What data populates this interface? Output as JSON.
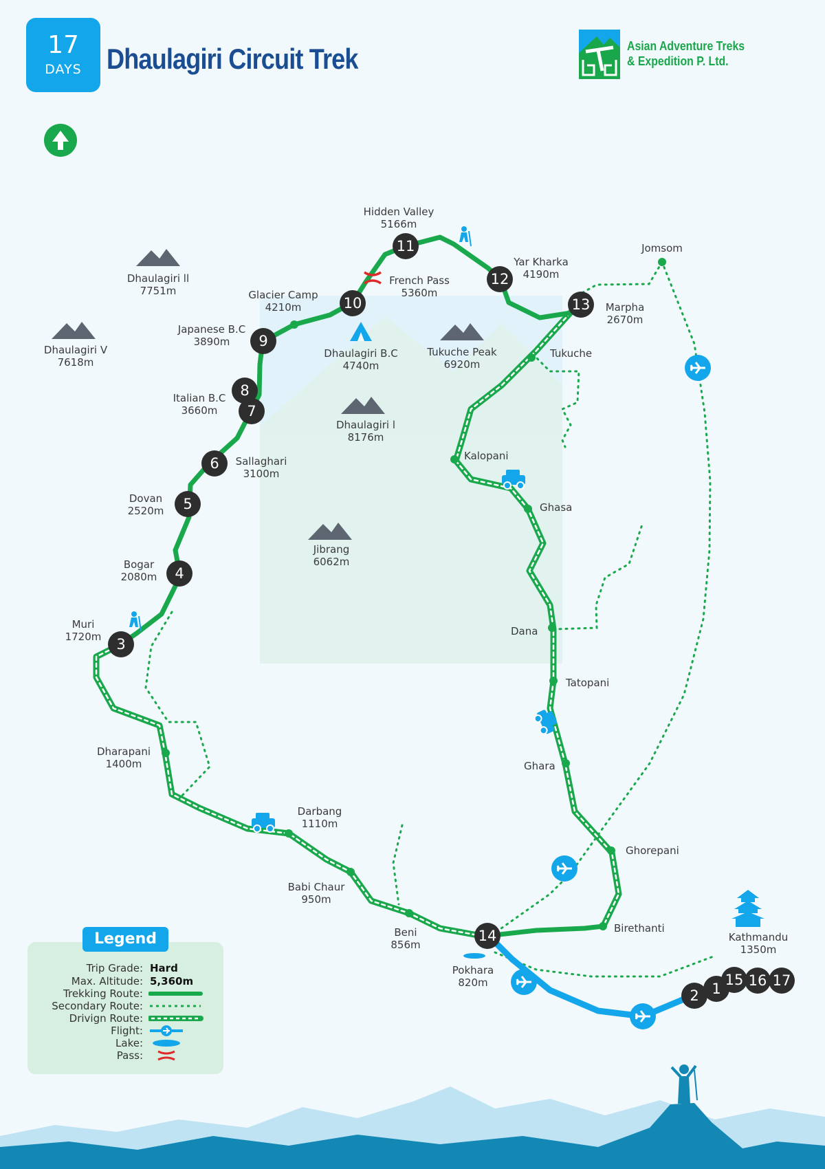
{
  "header": {
    "days_number": "17",
    "days_label": "DAYS",
    "title": "Dhaulagiri Circuit Trek",
    "company_line1": "Asian Adventure Treks",
    "company_line2": "& Expedition P. Ltd."
  },
  "icons": {
    "north": "north-arrow-icon",
    "mountain": "mountain-icon",
    "tent": "tent-icon",
    "trekker": "trekker-icon",
    "jeep": "jeep-icon",
    "plane": "plane-icon",
    "temple": "temple-icon",
    "pass": "pass-icon"
  },
  "colors": {
    "trekking_route": "#19a84c",
    "secondary_route": "#19a84c",
    "driving_route": "#19a84c",
    "flight": "#13a6ea",
    "stop_marker": "#2e2e2e",
    "pass": "#e02a2a",
    "title": "#1a4d91"
  },
  "places": {
    "hidden_valley": {
      "name": "Hidden Valley",
      "alt": "5166m"
    },
    "french_pass": {
      "name": "French Pass",
      "alt": "5360m"
    },
    "yar_kharka": {
      "name": "Yar Kharka",
      "alt": "4190m"
    },
    "jomsom": {
      "name": "Jomsom"
    },
    "marpha": {
      "name": "Marpha",
      "alt": "2670m"
    },
    "glacier_camp": {
      "name": "Glacier Camp",
      "alt": "4210m"
    },
    "japanese_bc": {
      "name": "Japanese B.C",
      "alt": "3890m"
    },
    "dhaulagiri_bc": {
      "name": "Dhaulagiri B.C",
      "alt": "4740m"
    },
    "tukuche": {
      "name": "Tukuche"
    },
    "italian_bc": {
      "name": "Italian B.C",
      "alt": "3660m"
    },
    "sallaghari": {
      "name": "Sallaghari",
      "alt": "3100m"
    },
    "kalopani": {
      "name": "Kalopani"
    },
    "ghasa": {
      "name": "Ghasa"
    },
    "dovan": {
      "name": "Dovan",
      "alt": "2520m"
    },
    "bogar": {
      "name": "Bogar",
      "alt": "2080m"
    },
    "muri": {
      "name": "Muri",
      "alt": "1720m"
    },
    "dana": {
      "name": "Dana"
    },
    "tatopani": {
      "name": "Tatopani"
    },
    "dharapani": {
      "name": "Dharapani",
      "alt": "1400m"
    },
    "ghara": {
      "name": "Ghara"
    },
    "darbang": {
      "name": "Darbang",
      "alt": "1110m"
    },
    "ghorepani": {
      "name": "Ghorepani"
    },
    "babi_chaur": {
      "name": "Babi Chaur",
      "alt": "950m"
    },
    "beni": {
      "name": "Beni",
      "alt": "856m"
    },
    "birethanti": {
      "name": "Birethanti"
    },
    "kathmandu": {
      "name": "Kathmandu",
      "alt": "1350m"
    },
    "pokhara": {
      "name": "Pokhara",
      "alt": "820m"
    }
  },
  "peaks": {
    "dhaulagiri_ii": {
      "name": "Dhaulagiri ll",
      "alt": "7751m"
    },
    "dhaulagiri_v": {
      "name": "Dhaulagiri V",
      "alt": "7618m"
    },
    "tukuche_peak": {
      "name": "Tukuche Peak",
      "alt": "6920m"
    },
    "dhaulagiri_i": {
      "name": "Dhaulagiri l",
      "alt": "8176m"
    },
    "jibrang": {
      "name": "Jibrang",
      "alt": "6062m"
    }
  },
  "stops": {
    "s1": "1",
    "s2": "2",
    "s3": "3",
    "s4": "4",
    "s5": "5",
    "s6": "6",
    "s7": "7",
    "s8": "8",
    "s9": "9",
    "s10": "10",
    "s11": "11",
    "s12": "12",
    "s13": "13",
    "s14": "14",
    "s15": "15",
    "s16": "16",
    "s17": "17"
  },
  "legend": {
    "title": "Legend",
    "trip_grade_label": "Trip Grade:",
    "trip_grade_value": "Hard",
    "max_altitude_label": "Max. Altitude:",
    "max_altitude_value": "5,360m",
    "trekking_label": "Trekking Route:",
    "secondary_label": "Secondary Route:",
    "driving_label": "Drivign Route:",
    "flight_label": "Flight:",
    "lake_label": "Lake:",
    "pass_label": "Pass:"
  }
}
